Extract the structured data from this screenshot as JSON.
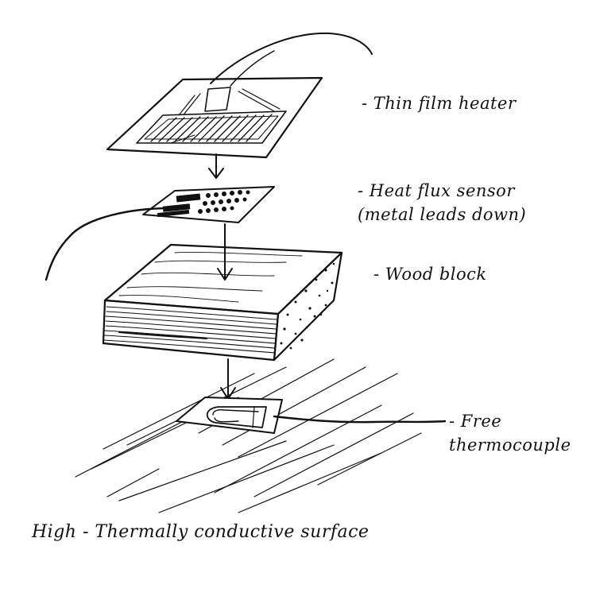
{
  "labels": {
    "heater": "- Thin film heater",
    "sensor_line1": "- Heat flux sensor",
    "sensor_line2": "(metal leads down)",
    "wood": "- Wood block",
    "thermocouple_line1": "- Free",
    "thermocouple_line2": "thermocouple",
    "surface": "High - Thermally conductive surface"
  },
  "colors": {
    "ink": "#111111",
    "paper": "#ffffff"
  }
}
